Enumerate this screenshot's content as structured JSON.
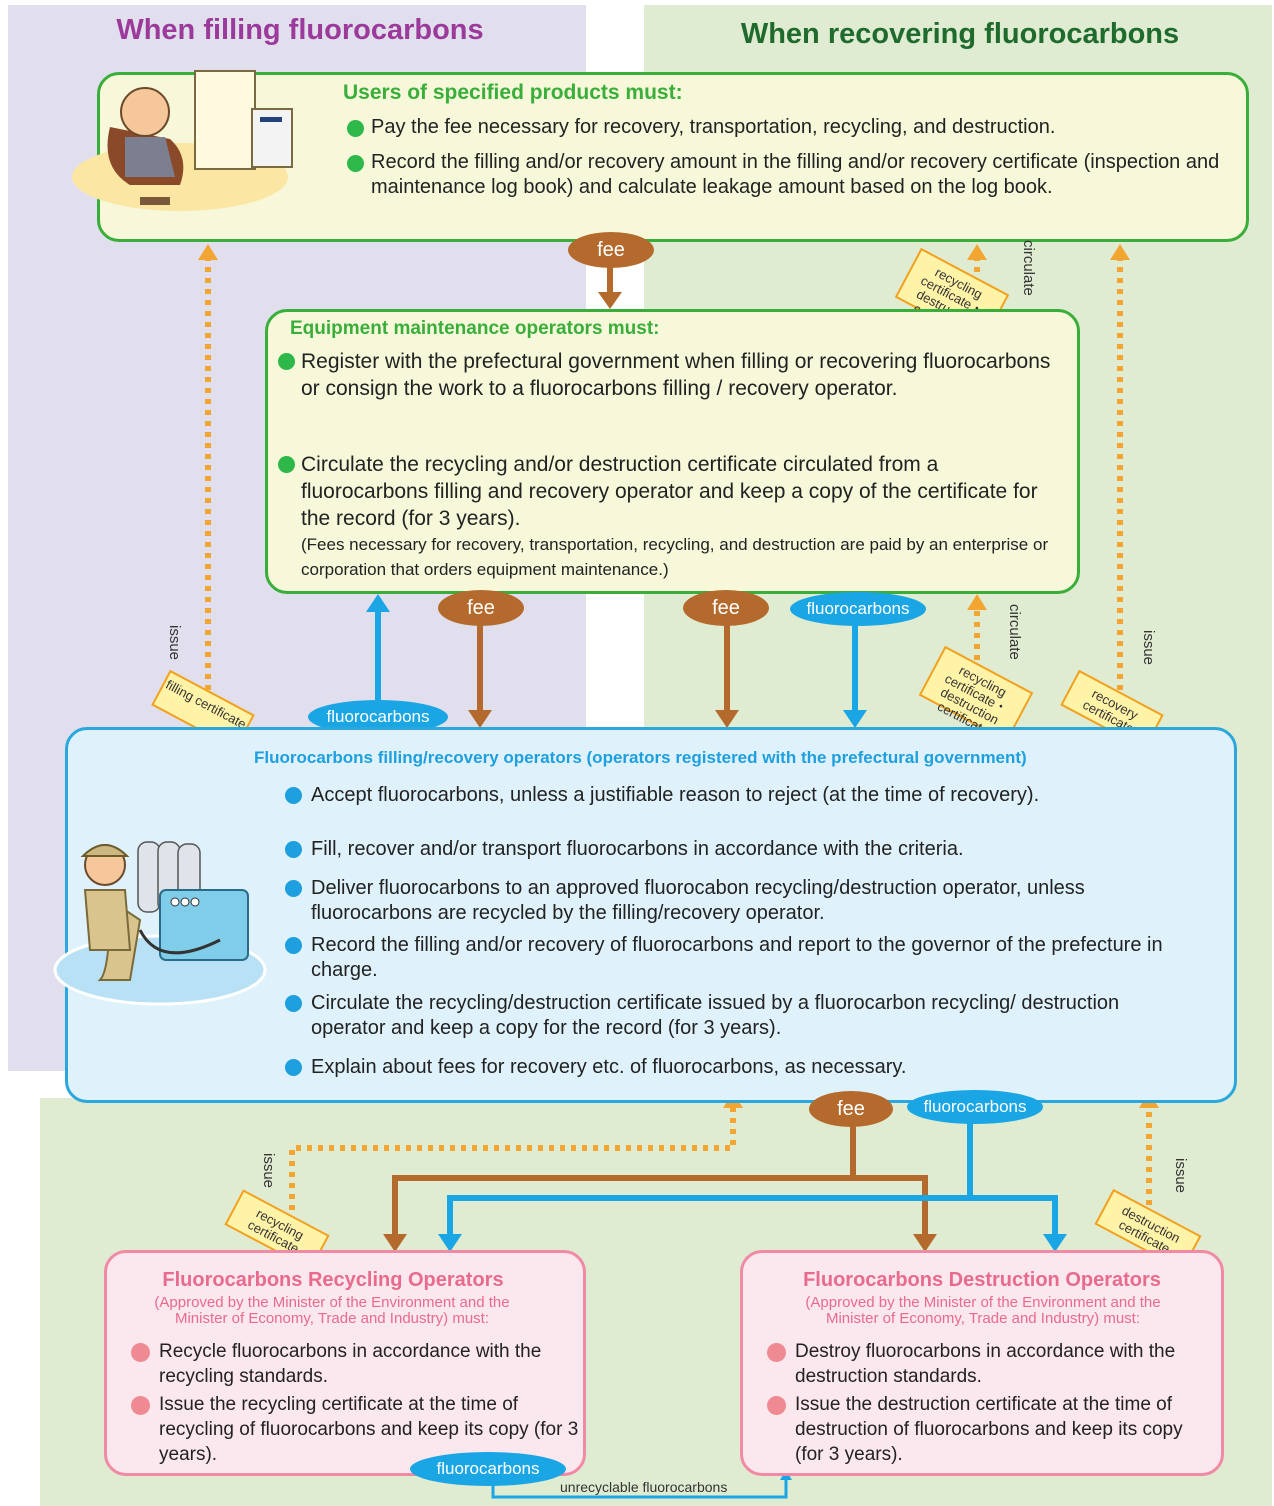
{
  "sections": {
    "left_title": "When filling fluorocarbons",
    "right_title": "When recovering fluorocarbons"
  },
  "users": {
    "title": "Users of specified products must:",
    "items": [
      "Pay the fee necessary for recovery, transportation, recycling, and destruction.",
      "Record the filling and/or recovery amount in the filling and/or recovery certificate (inspection and maintenance log book) and calculate leakage amount based on the log book."
    ]
  },
  "equipment": {
    "title": "Equipment maintenance operators must:",
    "items": [
      "Register with the prefectural government when filling or recovering fluorocarbons or consign the work to a fluorocarbons filling / recovery operator.",
      "Circulate the recycling and/or destruction certificate circulated from a fluorocarbons filling and recovery operator and keep a copy of the certificate for the record (for 3 years)."
    ],
    "note": "(Fees necessary for recovery, transportation, recycling, and destruction are paid by an enterprise or corporation that orders equipment maintenance.)"
  },
  "operators": {
    "title": "Fluorocarbons filling/recovery operators (operators registered with the prefectural government)",
    "items": [
      "Accept fluorocarbons, unless a justifiable reason to reject (at the time of recovery).",
      "Fill, recover and/or transport fluorocarbons in accordance with the criteria.",
      "Deliver fluorocarbons to an approved fluorocabon recycling/destruction operator, unless fluorocarbons are recycled by the filling/recovery operator.",
      "Record the filling and/or recovery of fluorocarbons and report to the governor of the prefecture in charge.",
      "Circulate the recycling/destruction certificate issued by a fluorocarbon recycling/ destruction operator and keep a copy for the record (for 3 years).",
      "Explain about fees for recovery etc. of fluorocarbons, as necessary."
    ]
  },
  "recycling": {
    "title": "Fluorocarbons Recycling Operators",
    "subtitle": "(Approved by the Minister of the Environment and the Minister of Economy, Trade and Industry) must:",
    "items": [
      "Recycle fluorocarbons in accordance with the recycling standards.",
      "Issue the recycling certificate at the time of recycling of fluorocarbons and keep its copy (for 3 years)."
    ]
  },
  "destruction": {
    "title": "Fluorocarbons Destruction Operators",
    "subtitle": "(Approved by the Minister of the Environment and the Minister of Economy, Trade and Industry) must:",
    "items": [
      "Destroy fluorocarbons in accordance with the destruction standards.",
      "Issue the destruction certificate at the time of destruction of fluorocarbons and keep its copy (for 3 years)."
    ]
  },
  "labels": {
    "fee": "fee",
    "fluorocarbons": "fluorocarbons",
    "issue": "issue",
    "circulate": "circulate",
    "unrecyclable": "unrecyclable fluorocarbons"
  },
  "certificates": {
    "filling": "filling certificate",
    "recycling_destruction": "recycling certificate・destruction certificate",
    "recovery": "recovery certificate",
    "recycling": "recycling certificate",
    "destruction": "destruction certificate"
  },
  "colors": {
    "left_bg": "#e1dfee",
    "right_bg": "#e0ecd2",
    "left_title": "#9b3a9b",
    "right_title": "#1f6b2d",
    "green_head": "#3aae3a",
    "blue_head": "#1e9fe0",
    "pink_head": "#e86b8e",
    "fee": "#b46a2d",
    "fluorocarbons": "#1aa6e5",
    "certificate_arrow": "#f3a531"
  }
}
